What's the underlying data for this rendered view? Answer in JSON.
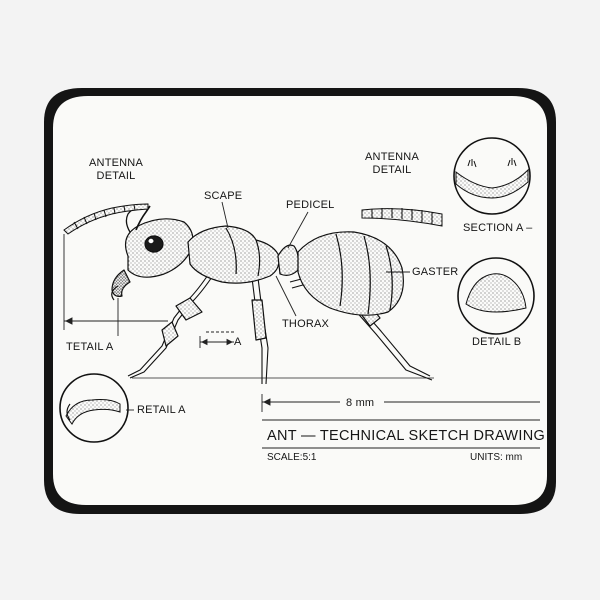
{
  "labels": {
    "antenna_detail_left": [
      "ANTENNA",
      "DETAIL"
    ],
    "antenna_detail_right": [
      "ANTENNA",
      "DETAIL"
    ],
    "scape": "SCAPE",
    "pedicel": "PEDICEL",
    "gaster": "GASTER",
    "thorax": "THORAX",
    "section_a": "SECTION A –",
    "detail_b": "DETAIL B",
    "tetail_a": "TETAIL A",
    "retail_a": "RETAIL A",
    "a_marker": "A",
    "dimension": "8 mm"
  },
  "title_block": {
    "title": "ANT — TECHNICAL SKETCH DRAWING",
    "scale": "SCALE:5:1",
    "units": "UNITS:  mm"
  },
  "colors": {
    "pad_border": "#141414",
    "pad_face": "#fafaf8",
    "ink": "#161616",
    "background": "#f3f3f3"
  }
}
